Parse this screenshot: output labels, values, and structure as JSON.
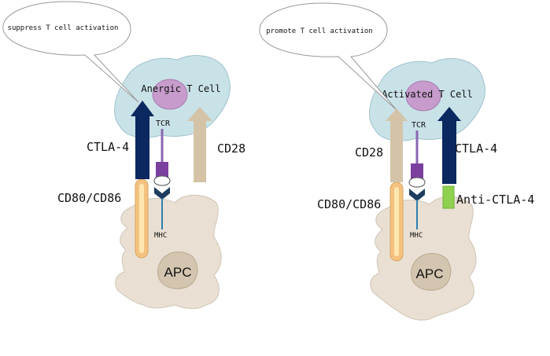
{
  "colors": {
    "apc": "#e9e0d3",
    "apc_nucleus": "#d4c5b0",
    "tcell": "#c9e2e8",
    "tcell_nucleus": "#c79ccc",
    "ctla4": "#0c2860",
    "cd28": "#d4c3a7",
    "cd80": "#f4c27e",
    "cd80_inner": "#ffe6b0",
    "tcr": "#7b3fa0",
    "tcr_stem": "#8a66b0",
    "mhc": "#2f7fb0",
    "mhc_dark": "#1f3d5e",
    "anti_ctla4": "#8fd14f"
  },
  "left_panel": {
    "bubble_text": "suppress T cell activation",
    "tcell_label": "Anergic T Cell",
    "tcr_label": "TCR",
    "mhc_label": "MHC",
    "ctla4_label": "CTLA-4",
    "cd28_label": "CD28",
    "cd80_label": "CD80/CD86",
    "apc_label": "APC"
  },
  "right_panel": {
    "bubble_text": "promote T cell activation",
    "tcell_label": "Activated T Cell",
    "tcr_label": "TCR",
    "mhc_label": "MHC",
    "ctla4_label": "CTLA-4",
    "cd28_label": "CD28",
    "cd80_label": "CD80/CD86",
    "apc_label": "APC",
    "antibody_label": "Anti-CTLA-4"
  }
}
